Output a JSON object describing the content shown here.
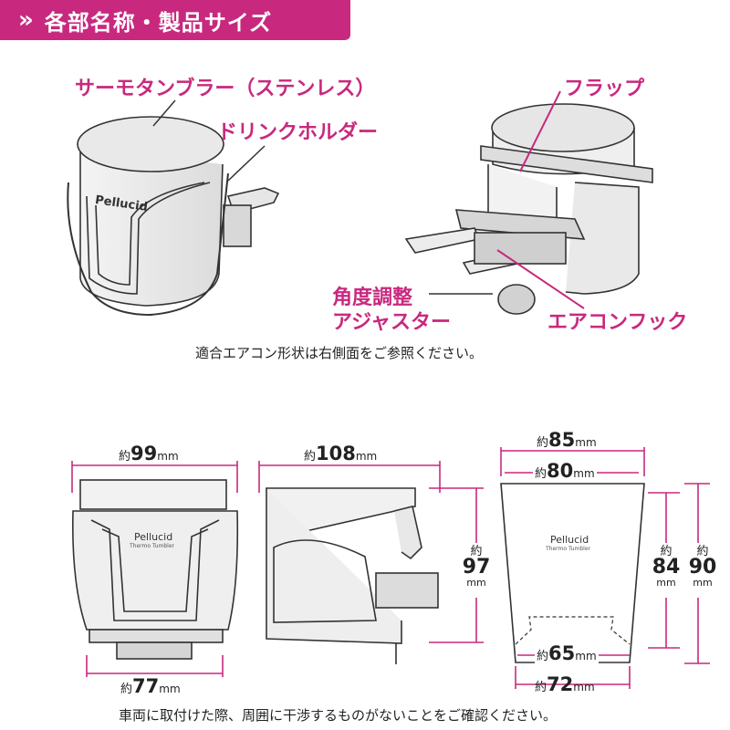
{
  "header": {
    "chevron": "»",
    "title": "各部名称・製品サイズ"
  },
  "labels": {
    "tumbler": "サーモタンブラー（ステンレス）",
    "holder": "ドリンクホルダー",
    "flap": "フラップ",
    "adjuster_line1": "角度調整",
    "adjuster_line2": "アジャスター",
    "hook": "エアコンフック"
  },
  "brand": {
    "name": "Pellucid",
    "sub": "Thermo Tumbler"
  },
  "notes": {
    "compat": "適合エアコン形状は右側面をご参照ください。",
    "caution": "車両に取付けた際、周囲に干渉するものがないことをご確認ください。"
  },
  "dimensions": {
    "prefix": "約",
    "unit": "mm",
    "front_width": "99",
    "front_bottom": "77",
    "side_width": "108",
    "side_height": "97",
    "tumbler_top_outer": "85",
    "tumbler_top_inner": "80",
    "tumbler_bottom_inner": "65",
    "tumbler_bottom_outer": "72",
    "tumbler_inner_height": "84",
    "tumbler_height": "90"
  },
  "colors": {
    "accent": "#c8297e",
    "line": "#333333"
  }
}
